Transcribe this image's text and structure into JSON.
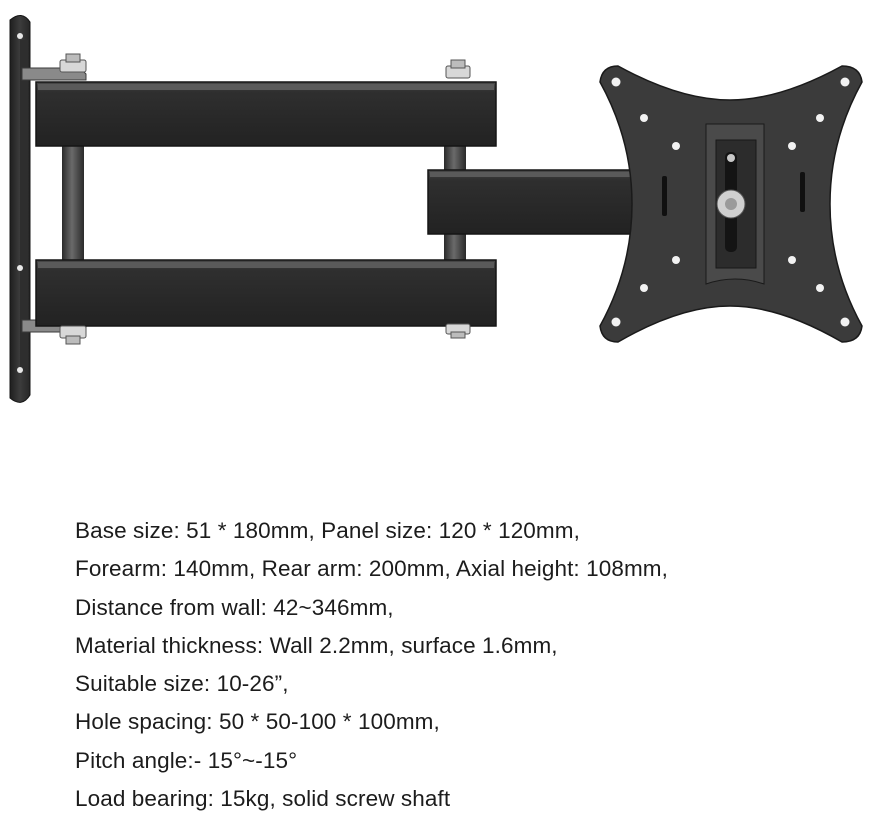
{
  "product": {
    "image_subject": "wall-mount-arm",
    "colors": {
      "background": "#ffffff",
      "metal_dark": "#2b2b2b",
      "metal_mid": "#3a3a3a",
      "metal_light": "#5a5a5a",
      "bolt": "#cfcfcf",
      "text": "#1c1c1c"
    }
  },
  "specs": [
    "Base size: 51 * 180mm, Panel size: 120 * 120mm,",
    "Forearm: 140mm, Rear arm: 200mm, Axial height: 108mm,",
    "Distance from wall: 42~346mm,",
    "Material thickness: Wall 2.2mm, surface 1.6mm,",
    "Suitable size: 10-26”,",
    "Hole spacing: 50 * 50-100 * 100mm,",
    "Pitch angle:- 15°~-15°",
    "Load bearing: 15kg, solid screw shaft"
  ]
}
